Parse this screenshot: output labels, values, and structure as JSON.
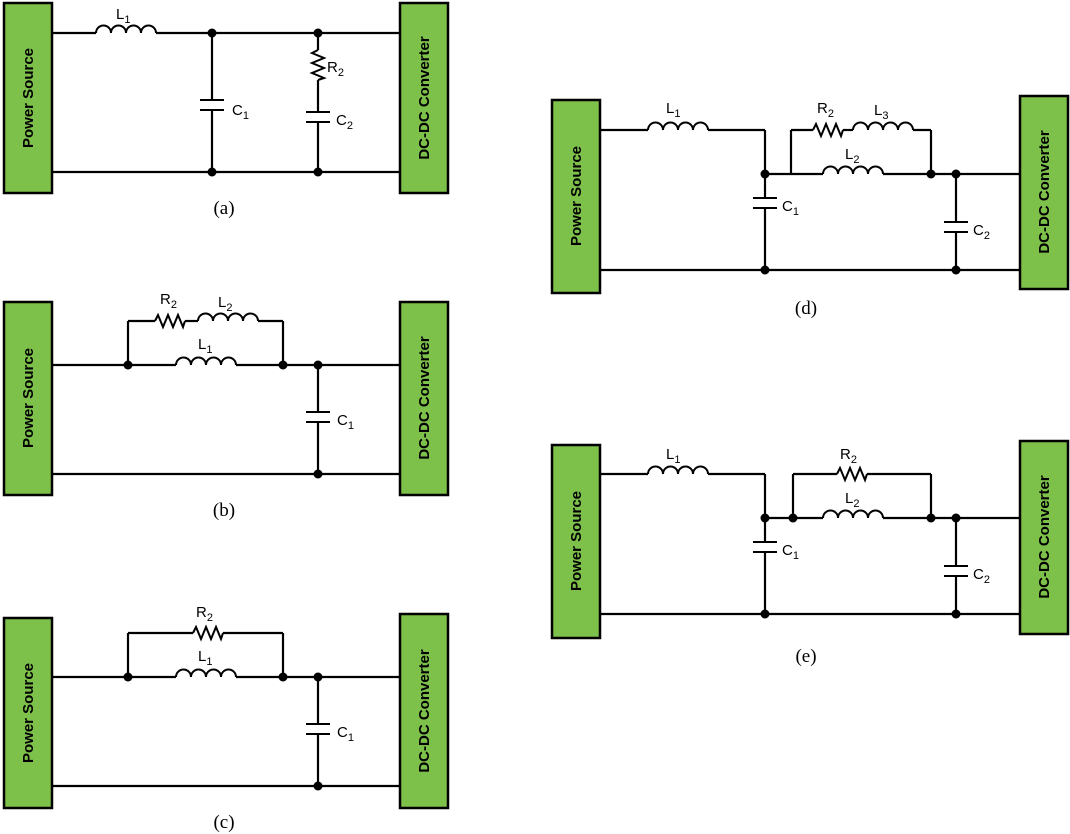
{
  "labels": {
    "power_source": "Power Source",
    "converter": "DC-DC Converter"
  },
  "circuits": {
    "a": {
      "caption": "(a)",
      "l1": [
        "L",
        "1"
      ],
      "c1": [
        "C",
        "1"
      ],
      "r2": [
        "R",
        "2"
      ],
      "c2": [
        "C",
        "2"
      ]
    },
    "b": {
      "caption": "(b)",
      "r2": [
        "R",
        "2"
      ],
      "l2": [
        "L",
        "2"
      ],
      "l1": [
        "L",
        "1"
      ],
      "c1": [
        "C",
        "1"
      ]
    },
    "c": {
      "caption": "(c)",
      "r2": [
        "R",
        "2"
      ],
      "l1": [
        "L",
        "1"
      ],
      "c1": [
        "C",
        "1"
      ]
    },
    "d": {
      "caption": "(d)",
      "l1": [
        "L",
        "1"
      ],
      "r2": [
        "R",
        "2"
      ],
      "l3": [
        "L",
        "3"
      ],
      "l2": [
        "L",
        "2"
      ],
      "c1": [
        "C",
        "1"
      ],
      "c2": [
        "C",
        "2"
      ]
    },
    "e": {
      "caption": "(e)",
      "l1": [
        "L",
        "1"
      ],
      "r2": [
        "R",
        "2"
      ],
      "l2": [
        "L",
        "2"
      ],
      "c1": [
        "C",
        "1"
      ],
      "c2": [
        "C",
        "2"
      ]
    }
  },
  "colors": {
    "block_fill": "#7dc14b",
    "wire": "#000000"
  }
}
